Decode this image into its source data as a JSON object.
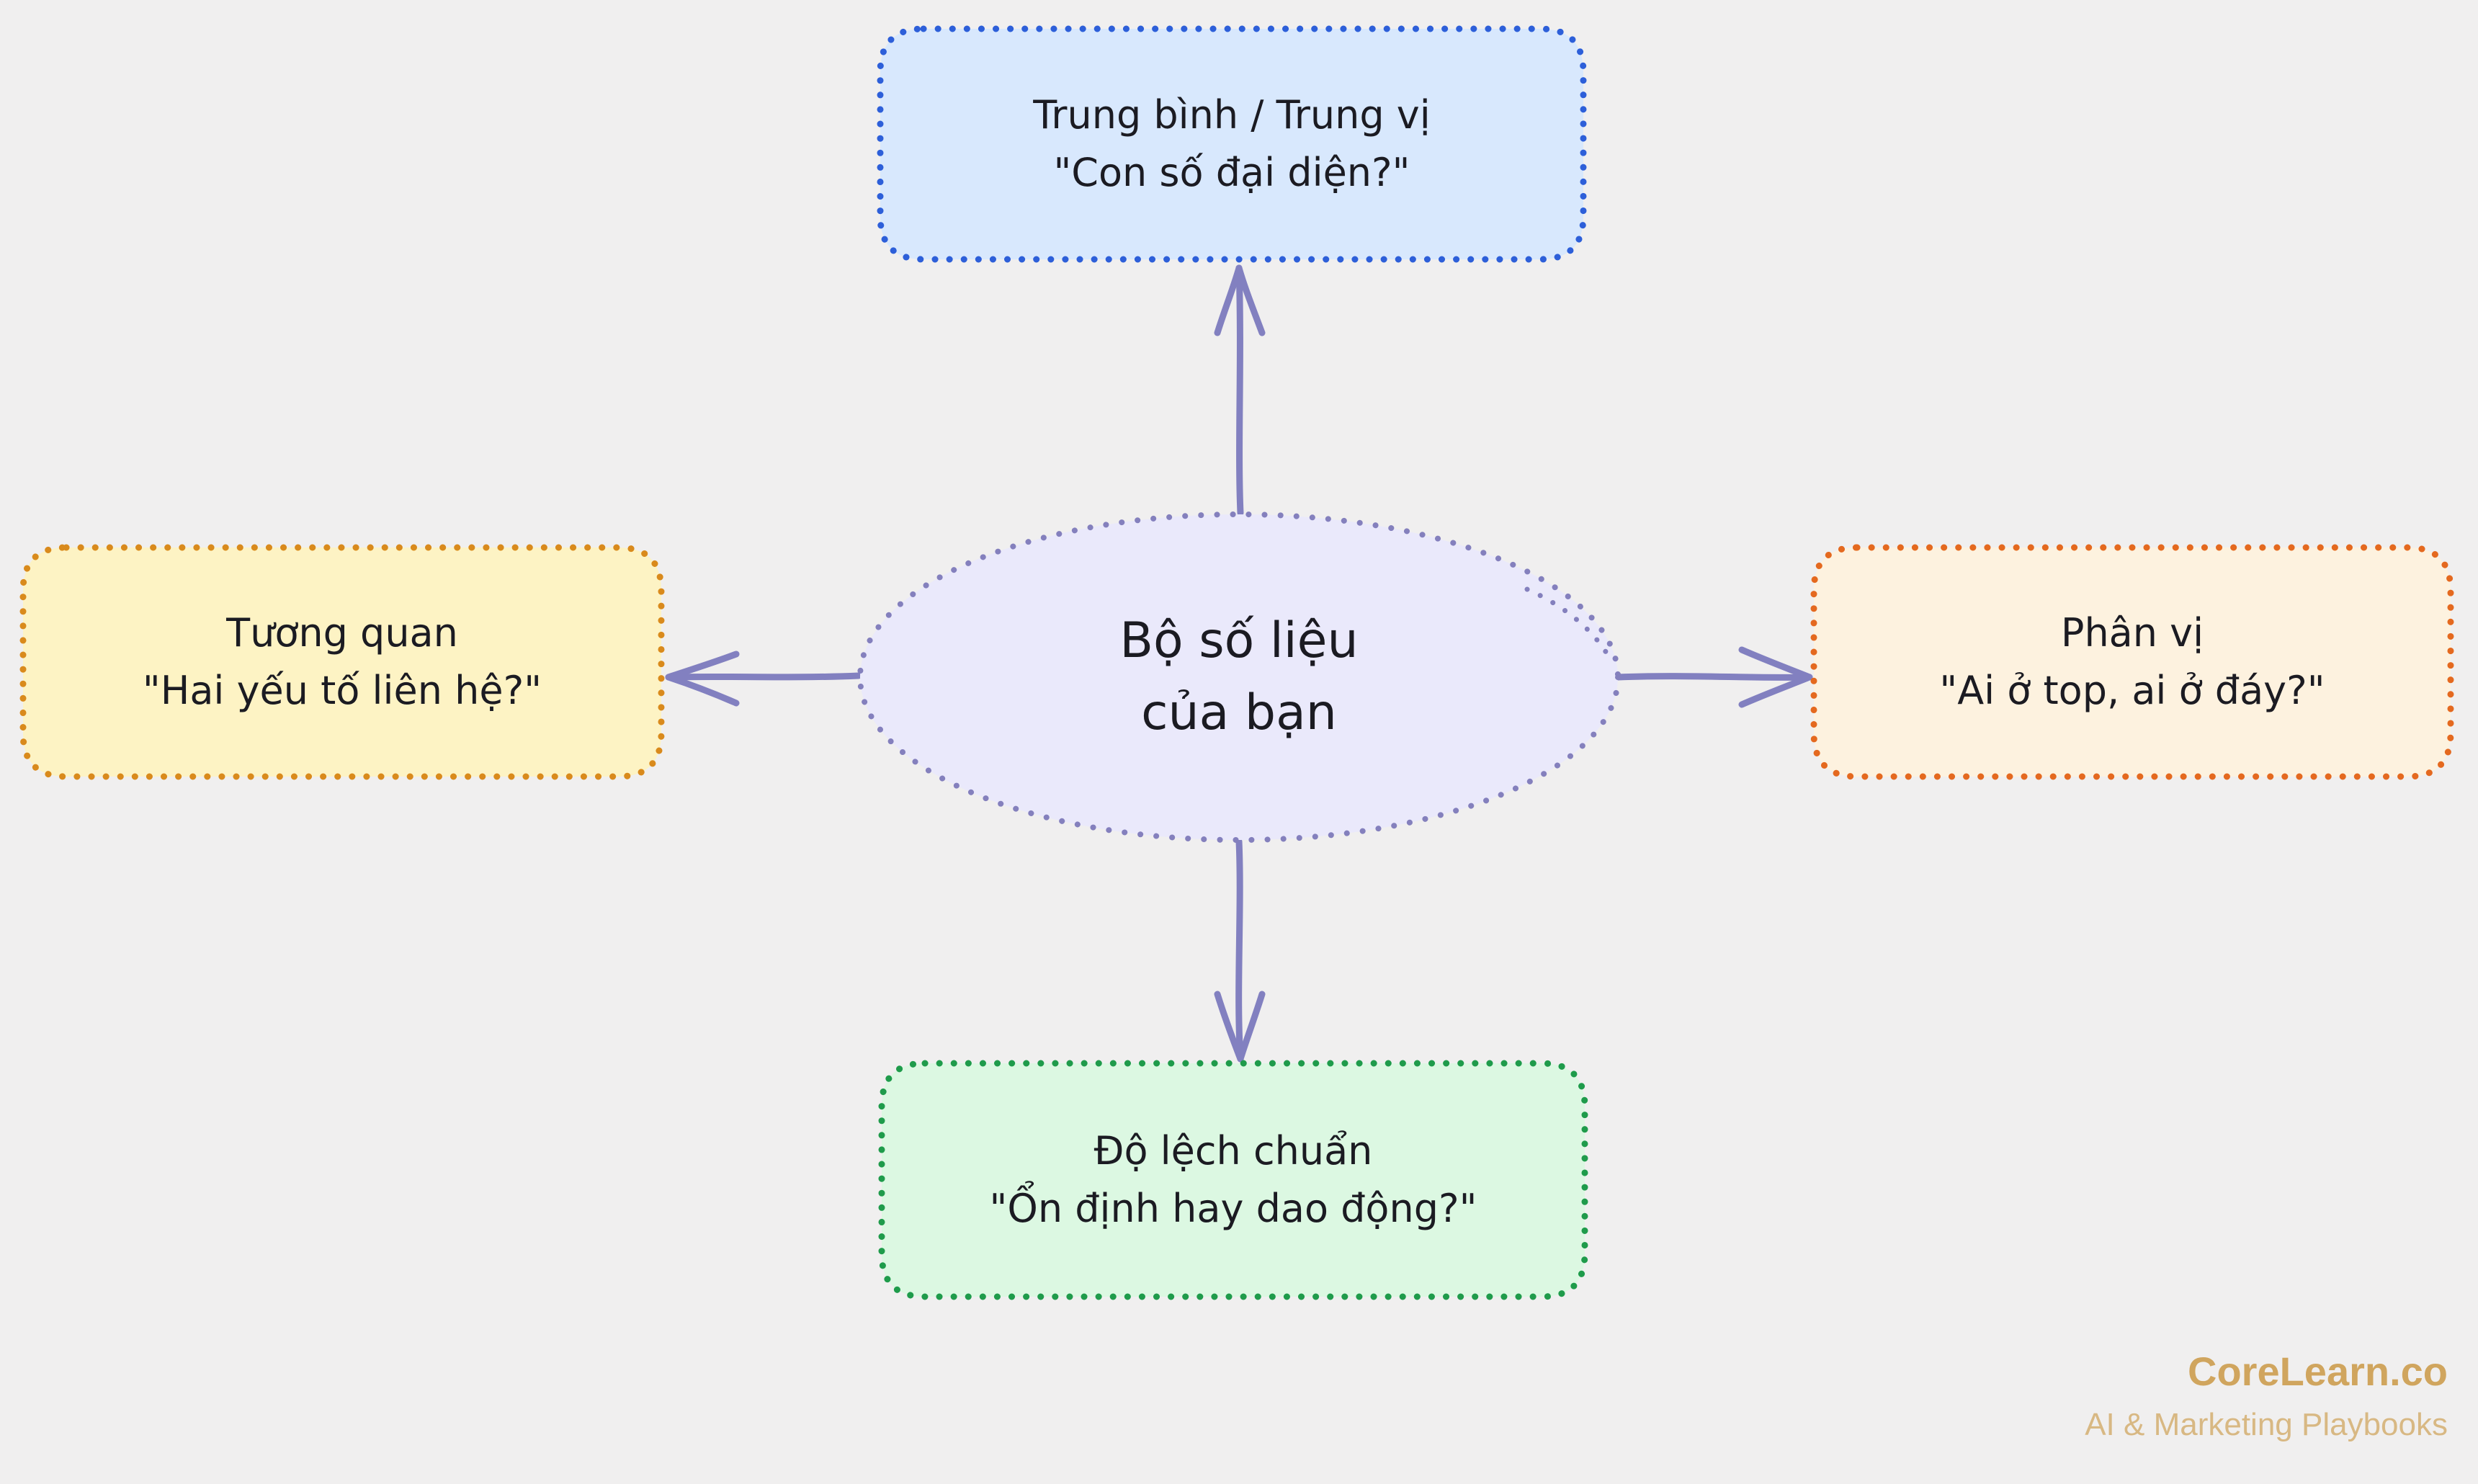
{
  "diagram": {
    "center": {
      "line1": "Bộ số liệu",
      "line2": "của bạn",
      "fill": "#eae9fb",
      "stroke": "#8480bd"
    },
    "arrow_color": "#8280c0",
    "nodes": {
      "top": {
        "line1": "Trung bình / Trung vị",
        "line2": "\"Con số đại diện?\"",
        "fill": "#d8e8fd",
        "stroke": "#2d5fd9"
      },
      "left": {
        "line1": "Tương quan",
        "line2": "\"Hai yếu tố liên hệ?\"",
        "fill": "#fdf3c4",
        "stroke": "#d98a1c"
      },
      "right": {
        "line1": "Phân vị",
        "line2": "\"Ai ở top, ai ở đáy?\"",
        "fill": "#fdf2df",
        "stroke": "#e4691f"
      },
      "bottom": {
        "line1": "Độ lệch chuẩn",
        "line2": "\"Ổn định hay dao động?\"",
        "fill": "#dcf8e2",
        "stroke": "#1f9b4b"
      }
    }
  },
  "branding": {
    "name": "CoreLearn.co",
    "tagline": "AI & Marketing Playbooks"
  }
}
